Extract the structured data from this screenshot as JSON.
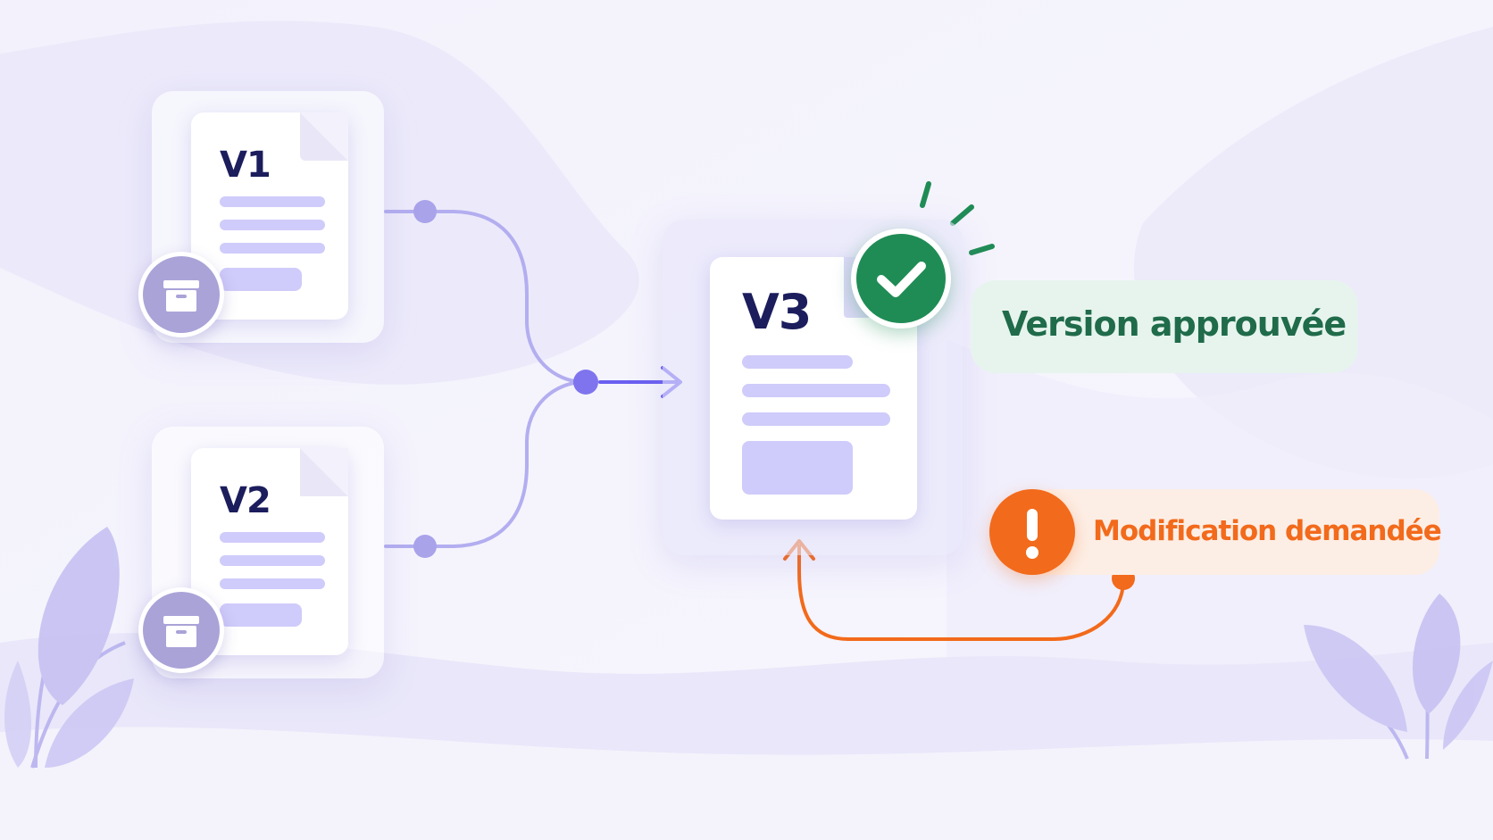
{
  "documents": {
    "v1": {
      "label": "V1",
      "icon": "archive-box-icon"
    },
    "v2": {
      "label": "V2",
      "icon": "archive-box-icon"
    },
    "v3": {
      "label": "V3",
      "icon": "check-icon"
    }
  },
  "status": {
    "approved": {
      "label": "Version approuvée",
      "color": "#1f8c55"
    },
    "changes_requested": {
      "label": "Modification demandée",
      "color": "#f26a1b"
    }
  },
  "colors": {
    "accent": "#6a5ff0",
    "connector": "#b3aef0",
    "text_dark": "#1b1d5c"
  }
}
